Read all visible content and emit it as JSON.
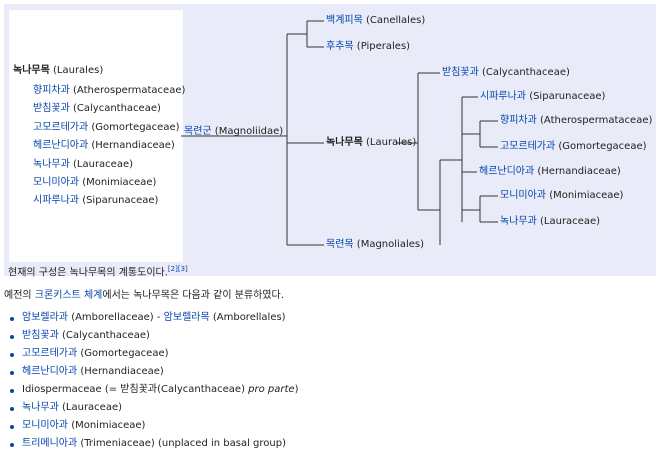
{
  "left_list": {
    "heading": {
      "ko": "녹나무목",
      "latin": "(Laurales)"
    },
    "items": [
      {
        "ko": "향피차과",
        "latin": "(Atherospermataceae)"
      },
      {
        "ko": "받침꽃과",
        "latin": "(Calycanthaceae)"
      },
      {
        "ko": "고모르테가과",
        "latin": "(Gomortegaceae)"
      },
      {
        "ko": "헤르난디아과",
        "latin": "(Hernandiaceae)"
      },
      {
        "ko": "녹나무과",
        "latin": "(Lauraceae)"
      },
      {
        "ko": "모니미아과",
        "latin": "(Monimiaceae)"
      },
      {
        "ko": "시파루나과",
        "latin": "(Siparunaceae)"
      }
    ]
  },
  "caption": {
    "text": "현재의 구성은 녹나무목의 계통도이다.",
    "refs": "[2][3]"
  },
  "tree": {
    "root": {
      "ko": "목련군",
      "latin": "(Magnoliidae)"
    },
    "canellales": {
      "ko": "백계피목",
      "latin": "(Canellales)"
    },
    "piperales": {
      "ko": "후추목",
      "latin": "(Piperales)"
    },
    "laurales": {
      "ko": "녹나무목",
      "latin": "(Laurales)"
    },
    "magnoliales": {
      "ko": "목련목",
      "latin": "(Magnoliales)"
    },
    "calycanthaceae": {
      "ko": "받침꽃과",
      "latin": "(Calycanthaceae)"
    },
    "siparunaceae": {
      "ko": "시파루나과",
      "latin": "(Siparunaceae)"
    },
    "atherospermataceae": {
      "ko": "향피차과",
      "latin": "(Atherospermataceae)"
    },
    "gomortegaceae": {
      "ko": "고모르테가과",
      "latin": "(Gomortegaceae)"
    },
    "hernandiaceae": {
      "ko": "헤르난디아과",
      "latin": "(Hernandiaceae)"
    },
    "monimiaceae": {
      "ko": "모니미아과",
      "latin": "(Monimiaceae)"
    },
    "lauraceae": {
      "ko": "녹나무과",
      "latin": "(Lauraceae)"
    }
  },
  "cronquist": {
    "intro_pre": "예전의",
    "intro_link": "크론키스트 체계",
    "intro_post": "에서는 녹나무목은 다음과 같이 분류하였다.",
    "items": [
      {
        "link": "암보렐라과",
        "latin": "(Amborellaceae) -",
        "link2": "암보렐라목",
        "latin2": "(Amborellales)"
      },
      {
        "link": "받침꽃과",
        "latin": "(Calycanthaceae)"
      },
      {
        "link": "고모르테가과",
        "latin": "(Gomortegaceae)"
      },
      {
        "link": "헤르난디아과",
        "latin": "(Hernandiaceae)"
      },
      {
        "plain": "Idiospermaceae (= 받침꽃과(Calycanthaceae)",
        "italic": "pro parte",
        "tail": ")"
      },
      {
        "link": "녹나무과",
        "latin": "(Lauraceae)"
      },
      {
        "link": "모니미아과",
        "latin": "(Monimiaceae)"
      },
      {
        "link": "트리메니아과",
        "latin": "(Trimeniaceae) (unplaced in basal group)"
      }
    ]
  }
}
